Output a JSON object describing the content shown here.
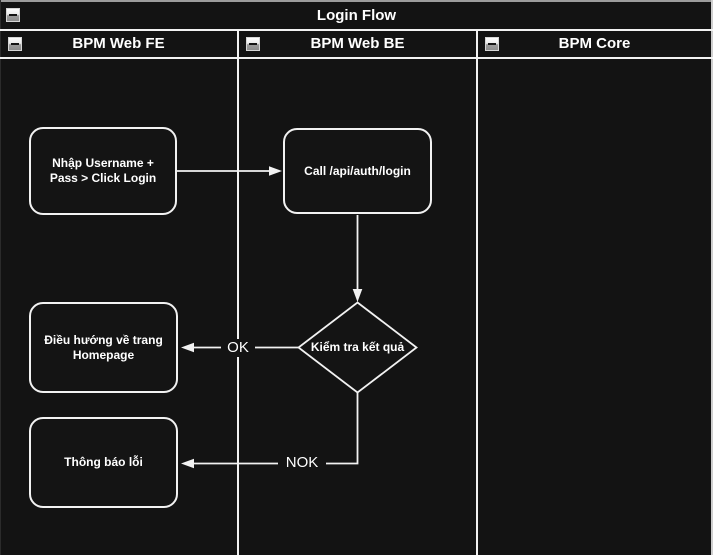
{
  "pool": {
    "title": "Login Flow"
  },
  "lanes": [
    {
      "label": "BPM Web FE"
    },
    {
      "label": "BPM Web BE"
    },
    {
      "label": "BPM Core"
    }
  ],
  "nodes": [
    {
      "name": "input-credentials",
      "shape": "rounded-rectangle",
      "lane": "BPM Web FE",
      "lines": [
        "Nhập Username +",
        "Pass > Click Login"
      ]
    },
    {
      "name": "call-login-api",
      "shape": "rounded-rectangle",
      "lane": "BPM Web BE",
      "lines": [
        "Call /api/auth/login"
      ]
    },
    {
      "name": "check-result",
      "shape": "decision-diamond",
      "lane": "BPM Web BE",
      "lines": [
        "Kiểm tra kết quả"
      ]
    },
    {
      "name": "navigate-homepage",
      "shape": "rounded-rectangle",
      "lane": "BPM Web FE",
      "lines": [
        "Điều hướng về trang",
        "Homepage"
      ]
    },
    {
      "name": "error-notification",
      "shape": "rounded-rectangle",
      "lane": "BPM Web FE",
      "lines": [
        "Thông báo lỗi"
      ]
    }
  ],
  "edges": [
    {
      "from": "input-credentials",
      "to": "call-login-api",
      "label": ""
    },
    {
      "from": "call-login-api",
      "to": "check-result",
      "label": ""
    },
    {
      "from": "check-result",
      "to": "navigate-homepage",
      "label": "OK"
    },
    {
      "from": "check-result",
      "to": "error-notification",
      "label": "NOK"
    }
  ],
  "icons": {
    "collapse": "collapse-minus-icon"
  },
  "colors": {
    "canvas_background": "#131313",
    "stroke": "#f2f2f2",
    "text": "#ffffff",
    "top_border": "#9c9c9c",
    "right_border": "#cfcfcf"
  }
}
